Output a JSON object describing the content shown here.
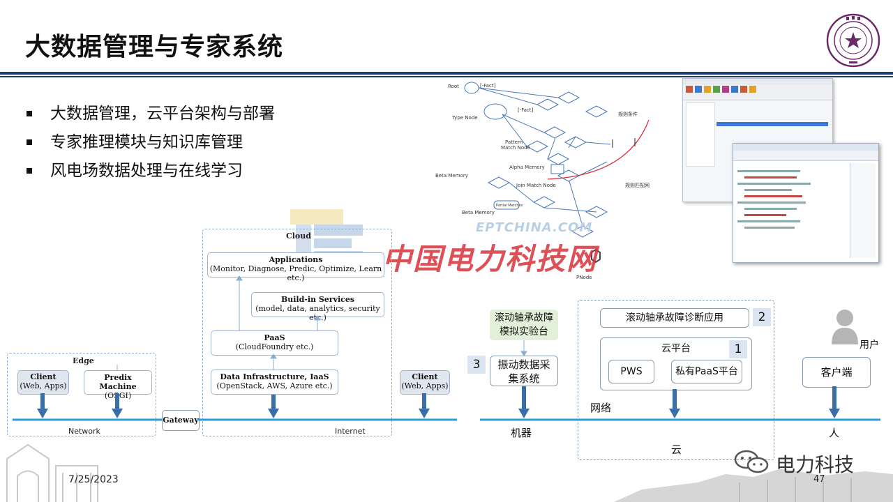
{
  "slide": {
    "title": "大数据管理与专家系统",
    "date": "7/25/2023",
    "page_number": "47",
    "bullets": [
      "大数据管理，云平台架构与部署",
      "专家推理模块与知识库管理",
      "风电场数据处理与在线学习"
    ]
  },
  "watermark": {
    "site": "EPTCHINA.COM",
    "cn": "中国电力科技网",
    "wechat": "电力科技"
  },
  "rete": {
    "labels": [
      "Root",
      "[-Fact]",
      "Type Node",
      "[-Fact]",
      "Pattern",
      "Match Node",
      "Alpha Memory",
      "Beta Memory",
      "Join Match Node",
      "Partial Matches",
      "Beta Memory",
      "PNode",
      "规则条件",
      "规则匹配网"
    ]
  },
  "arch": {
    "cloud_label": "Cloud",
    "edge_label": "Edge",
    "applications_title": "Applications",
    "applications_sub": "(Monitor, Diagnose, Predic, Optimize, Learn etc.)",
    "services_title": "Build-in Services",
    "services_sub": "(model, data, analytics, security etc.)",
    "paas_title": "PaaS",
    "paas_sub": "(CloudFoundry etc.)",
    "iaas_title": "Data Infrastructure, IaaS",
    "iaas_sub": "(OpenStack, AWS, Azure etc.)",
    "client_title": "Client",
    "client_sub": "(Web, Apps)",
    "predix_title": "Predix Machine",
    "predix_sub": "(OSGI)",
    "gateway": "Gateway",
    "network": "Network",
    "internet": "Internet"
  },
  "deploy": {
    "test_rig": "滚动轴承故障模拟实验台",
    "vibration": "振动数据采集系统",
    "diag_app": "滚动轴承故障诊断应用",
    "cloud_platform": "云平台",
    "pws": "PWS",
    "private_paas": "私有PaaS平台",
    "client": "客户端",
    "user": "用户",
    "network": "网络",
    "machine": "机器",
    "cloud": "云",
    "person": "人",
    "num1": "1",
    "num2": "2",
    "num3": "3"
  },
  "colors": {
    "title_rule": "#1f3b73",
    "network_line": "#2b9ad6",
    "arrow": "#3a6ea8",
    "watermark_red": "#d8323a"
  }
}
